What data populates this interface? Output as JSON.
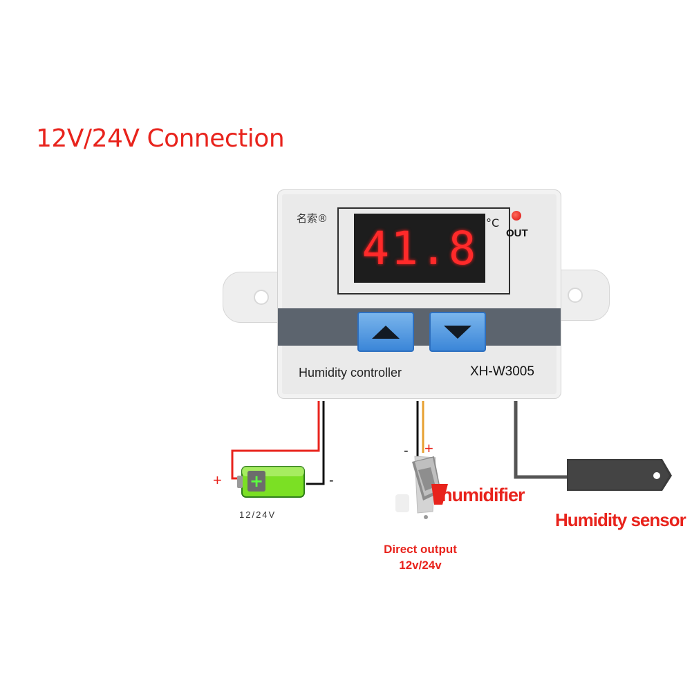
{
  "title": "12V/24V Connection",
  "device": {
    "brand": "名索®",
    "display_value": "41.8",
    "unit": "°C",
    "out_label": "OUT",
    "name_label": "Humidity controller",
    "model_label": "XH-W3005"
  },
  "icons": {
    "up": "up-arrow-icon",
    "down": "down-arrow-icon",
    "battery": "battery-icon",
    "switch": "switch-icon",
    "sensor": "humidity-sensor-icon"
  },
  "battery": {
    "plus": "+",
    "minus": "-",
    "label": "12/24V"
  },
  "humidifier": {
    "minus": "-",
    "plus": "+",
    "label": "humidifier",
    "direct_output_line1": "Direct output",
    "direct_output_line2": "12v/24v"
  },
  "sensor": {
    "label": "Humidity sensor"
  },
  "colors": {
    "accent_red": "#e8231c",
    "display_red": "#ff2a2a",
    "button_blue": "#3b86d8",
    "strip_gray": "#5c646e",
    "battery_green": "#7be024"
  }
}
